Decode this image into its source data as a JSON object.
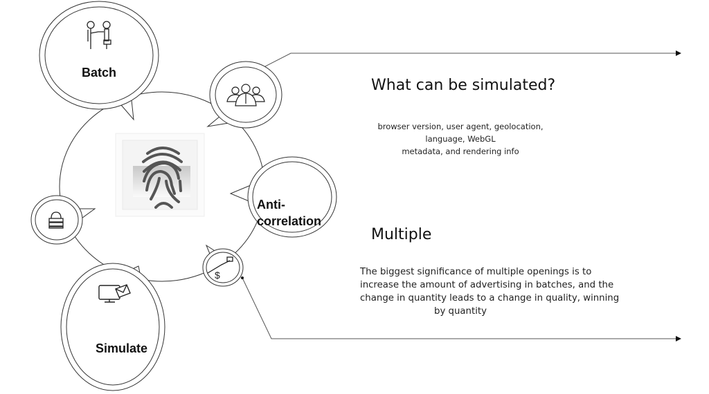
{
  "diagram": {
    "center_icon": "fingerprint-icon",
    "nodes": [
      {
        "label": "Batch",
        "icon": "handshake-icon"
      },
      {
        "label": "",
        "icon": "team-icon"
      },
      {
        "label": "Anti-correlation",
        "label_line1": "Anti-",
        "label_line2": "correlation",
        "icon": ""
      },
      {
        "label": "",
        "icon": "dollar-hand-icon"
      },
      {
        "label": "Simulate",
        "icon": "monitor-mail-icon"
      },
      {
        "label": "",
        "icon": "lock-icon"
      }
    ]
  },
  "sections": [
    {
      "title": "What can be simulated?",
      "body_line1": "browser version, user agent, geolocation, language, WebGL",
      "body_line2": "metadata, and rendering info"
    },
    {
      "title": "Multiple",
      "body_line1": "The biggest significance of multiple openings is to",
      "body_line2": "increase the amount of advertising in batches, and the",
      "body_line3": "change in quantity leads to a change in quality, winning",
      "body_line4": "by quantity"
    }
  ],
  "colors": {
    "stroke": "#333333",
    "text": "#111111"
  }
}
